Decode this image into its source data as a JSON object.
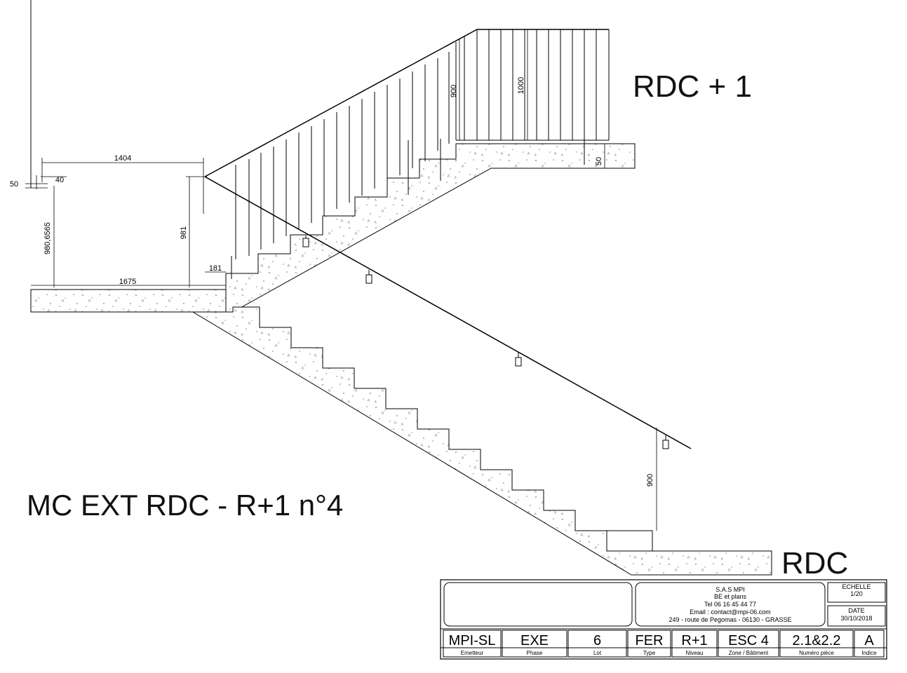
{
  "labels": {
    "top_level": "RDC + 1",
    "bottom_level": "RDC",
    "drawing_title": "MC EXT RDC - R+1 n°4"
  },
  "dimensions": {
    "width_upper": "1404",
    "width_lower": "1675",
    "height_total": "980,6565",
    "height_landing": "981",
    "offset": "181",
    "detail_50": "50",
    "detail_40": "40",
    "guard_height": "900",
    "guard_total": "1000",
    "slab_thk": "50",
    "handrail_height": "900"
  },
  "title_block": {
    "company": {
      "name": "S.A.S  MPI",
      "dept": "BE et plans",
      "tel": "Tel 06 16 45 44 77",
      "email": "Email : contact@mpi-06.com",
      "address": "249 - route de Pegomas - 06130  - GRASSE"
    },
    "scale_label": "ECHELLE",
    "scale_value": "1/20",
    "date_label": "DATE",
    "date_value": "30/10/2018",
    "fields": [
      {
        "value": "MPI-SL",
        "caption": "Emetteur"
      },
      {
        "value": "EXE",
        "caption": "Phase"
      },
      {
        "value": "6",
        "caption": "Lot"
      },
      {
        "value": "FER",
        "caption": "Type"
      },
      {
        "value": "R+1",
        "caption": "Niveau"
      },
      {
        "value": "ESC 4",
        "caption": "Zone / Bâtiment"
      },
      {
        "value": "2.1&2.2",
        "caption": "Numéro pièce"
      },
      {
        "value": "A",
        "caption": "Indice"
      }
    ]
  }
}
